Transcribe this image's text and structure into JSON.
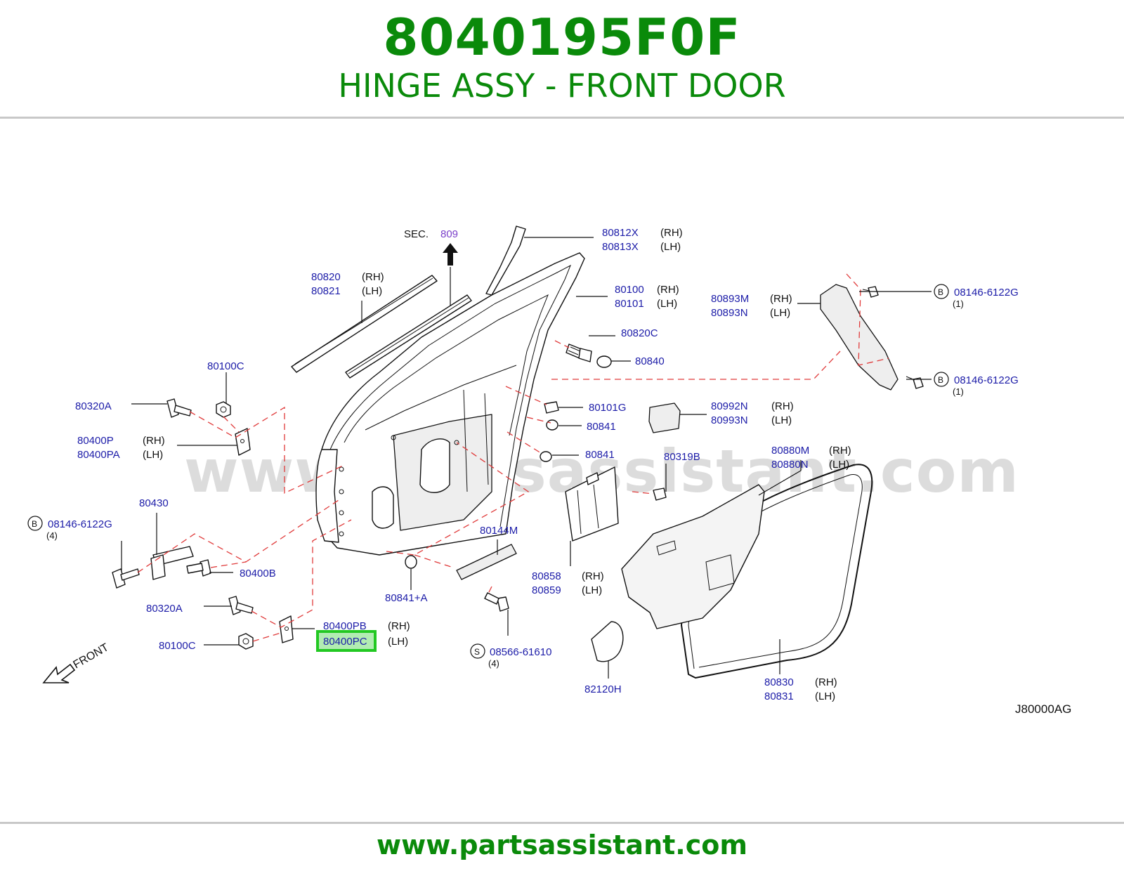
{
  "header": {
    "part_number": "8040195F0F",
    "description": "HINGE ASSY - FRONT DOOR",
    "title_color": "#0a8a0a",
    "highlight_color": "#22c822"
  },
  "footer": {
    "url": "www.partsassistant.com"
  },
  "watermark": "www.partsassistant.com",
  "diagram": {
    "code": "J80000AG",
    "front_label": "FRONT",
    "sec": {
      "prefix": "SEC.",
      "number": "809"
    },
    "callouts": [
      {
        "id": "80812X",
        "side": "(RH)"
      },
      {
        "id": "80813X",
        "side": "(LH)"
      },
      {
        "id": "80820",
        "side": "(RH)"
      },
      {
        "id": "80821",
        "side": "(LH)"
      },
      {
        "id": "80100",
        "side": "(RH)"
      },
      {
        "id": "80101",
        "side": "(LH)"
      },
      {
        "id": "80820C"
      },
      {
        "id": "80840"
      },
      {
        "id": "80100C"
      },
      {
        "id": "80320A"
      },
      {
        "id": "80400P",
        "side": "(RH)"
      },
      {
        "id": "80400PA",
        "side": "(LH)"
      },
      {
        "id": "80101G"
      },
      {
        "id": "80841"
      },
      {
        "id": "80841"
      },
      {
        "id": "80893M",
        "side": "(RH)"
      },
      {
        "id": "80893N",
        "side": "(LH)"
      },
      {
        "id": "08146-6122G",
        "circle": "B",
        "qty": "(1)"
      },
      {
        "id": "08146-6122G",
        "circle": "B",
        "qty": "(1)"
      },
      {
        "id": "80992N",
        "side": "(RH)"
      },
      {
        "id": "80993N",
        "side": "(LH)"
      },
      {
        "id": "80319B"
      },
      {
        "id": "80880M",
        "side": "(RH)"
      },
      {
        "id": "80880N",
        "side": "(LH)"
      },
      {
        "id": "80430"
      },
      {
        "id": "08146-6122G",
        "circle": "B",
        "qty": "(4)"
      },
      {
        "id": "80400B"
      },
      {
        "id": "80144M"
      },
      {
        "id": "80841+A"
      },
      {
        "id": "80858",
        "side": "(RH)"
      },
      {
        "id": "80859",
        "side": "(LH)"
      },
      {
        "id": "80320A"
      },
      {
        "id": "80400PB",
        "side": "(RH)"
      },
      {
        "id": "80400PC",
        "side": "(LH)",
        "highlighted": true
      },
      {
        "id": "80100C"
      },
      {
        "id": "08566-61610",
        "circle": "S",
        "qty": "(4)"
      },
      {
        "id": "82120H"
      },
      {
        "id": "80830",
        "side": "(RH)"
      },
      {
        "id": "80831",
        "side": "(LH)"
      }
    ]
  }
}
